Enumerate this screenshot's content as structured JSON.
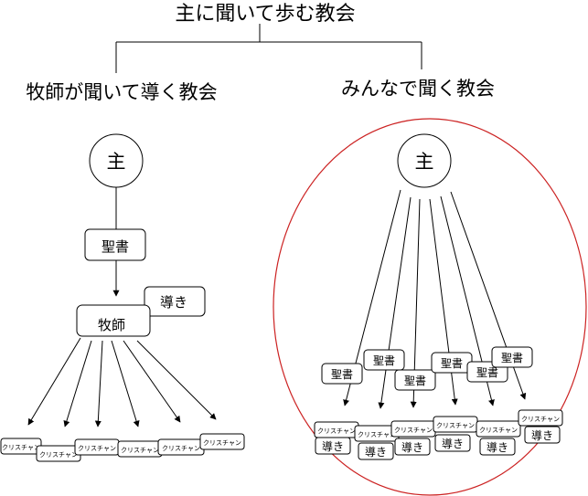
{
  "title": "主に聞いて歩む教会",
  "left": {
    "heading": "牧師が聞いて導く教会",
    "lord": "主",
    "scripture": "聖書",
    "guidance": "導き",
    "pastor": "牧師",
    "members": [
      "クリスチャン",
      "クリスチャン",
      "クリスチャン",
      "クリスチャン",
      "クリスチャン",
      "クリスチャン"
    ]
  },
  "right": {
    "heading": "みんなで聞く教会",
    "lord": "主",
    "scriptures": [
      "聖書",
      "聖書",
      "聖書",
      "聖書",
      "聖書",
      "聖書"
    ],
    "members": [
      "クリスチャン",
      "クリスチャン",
      "クリスチャン",
      "クリスチャン",
      "クリスチャン",
      "クリスチャン"
    ],
    "guidance": [
      "導き",
      "導き",
      "導き",
      "導き",
      "導き",
      "導き"
    ]
  },
  "colors": {
    "ellipse": "#cc2222",
    "stroke": "#000000"
  }
}
